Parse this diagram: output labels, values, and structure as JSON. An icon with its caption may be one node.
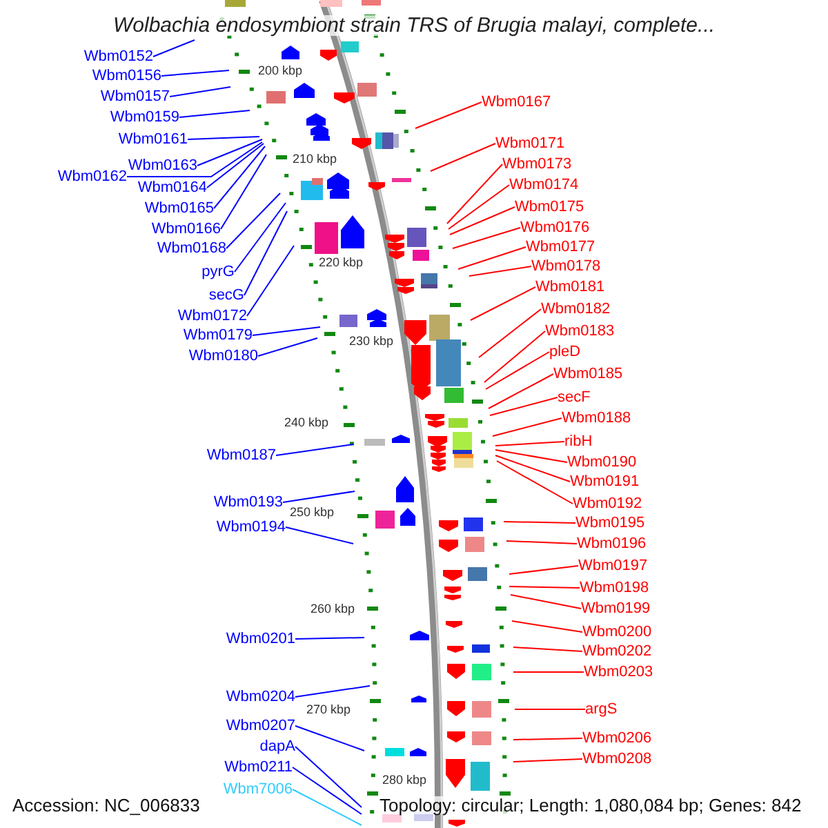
{
  "diagram": {
    "title": "Wolbachia endosymbiont strain TRS of Brugia malayi, complete...",
    "nodes": [
      {
        "text": [
          "Wbm0152"
        ]
      },
      {
        "text": [
          "Wbm0156"
        ]
      },
      {
        "text": [
          "Wbm0157"
        ]
      },
      {
        "text": [
          "Wbm0159"
        ]
      },
      {
        "text": [
          "Wbm0161"
        ]
      },
      {
        "text": [
          "Wbm0163"
        ]
      },
      {
        "text": [
          "Wbm0162"
        ]
      },
      {
        "text": [
          "Wbm0164"
        ]
      },
      {
        "text": [
          "Wbm0165"
        ]
      },
      {
        "text": [
          "Wbm0166"
        ]
      },
      {
        "text": [
          "Wbm0168"
        ]
      },
      {
        "text": [
          "pyrG"
        ]
      },
      {
        "text": [
          "secG"
        ]
      },
      {
        "text": [
          "Wbm0172"
        ]
      },
      {
        "text": [
          "Wbm0179"
        ]
      },
      {
        "text": [
          "Wbm0180"
        ]
      },
      {
        "text": [
          "Wbm0187"
        ]
      },
      {
        "text": [
          "Wbm0193"
        ]
      },
      {
        "text": [
          "Wbm0194"
        ]
      },
      {
        "text": [
          "Wbm0201"
        ]
      },
      {
        "text": [
          "Wbm0204"
        ]
      },
      {
        "text": [
          "Wbm0207"
        ]
      },
      {
        "text": [
          "dapA"
        ]
      },
      {
        "text": [
          "Wbm0211"
        ]
      },
      {
        "text": [
          "Wbm7006"
        ]
      },
      {
        "text": [
          "Wbm0167"
        ]
      },
      {
        "text": [
          "Wbm0171"
        ]
      },
      {
        "text": [
          "Wbm0173"
        ]
      },
      {
        "text": [
          "Wbm0174"
        ]
      },
      {
        "text": [
          "Wbm0175"
        ]
      },
      {
        "text": [
          "Wbm0176"
        ]
      },
      {
        "text": [
          "Wbm0177"
        ]
      },
      {
        "text": [
          "Wbm0178"
        ]
      },
      {
        "text": [
          "Wbm0181"
        ]
      },
      {
        "text": [
          "Wbm0182"
        ]
      },
      {
        "text": [
          "Wbm0183"
        ]
      },
      {
        "text": [
          "pleD"
        ]
      },
      {
        "text": [
          "Wbm0185"
        ]
      },
      {
        "text": [
          "secF"
        ]
      },
      {
        "text": [
          "Wbm0188"
        ]
      },
      {
        "text": [
          "ribH"
        ]
      },
      {
        "text": [
          "Wbm0190"
        ]
      },
      {
        "text": [
          "Wbm0191"
        ]
      },
      {
        "text": [
          "Wbm0192"
        ]
      },
      {
        "text": [
          "Wbm0195"
        ]
      },
      {
        "text": [
          "Wbm0196"
        ]
      },
      {
        "text": [
          "Wbm0197"
        ]
      },
      {
        "text": [
          "Wbm0198"
        ]
      },
      {
        "text": [
          "Wbm0199"
        ]
      },
      {
        "text": [
          "Wbm0200"
        ]
      },
      {
        "text": [
          "Wbm0202"
        ]
      },
      {
        "text": [
          "Wbm0203"
        ]
      },
      {
        "text": [
          "argS"
        ]
      },
      {
        "text": [
          "Wbm0206"
        ]
      },
      {
        "text": [
          "Wbm0208"
        ]
      }
    ],
    "edges": [
      {
        "from": 0,
        "to": null,
        "arrow": "none",
        "color": "#0000ff"
      },
      {
        "from": 1,
        "to": null,
        "arrow": "none",
        "color": "#0000ff"
      },
      {
        "from": 2,
        "to": null,
        "arrow": "none",
        "color": "#0000ff"
      },
      {
        "from": 3,
        "to": null,
        "arrow": "none",
        "color": "#0000ff"
      },
      {
        "from": 4,
        "to": null,
        "arrow": "none",
        "color": "#0000ff"
      },
      {
        "from": 5,
        "to": null,
        "arrow": "none",
        "color": "#0000ff"
      },
      {
        "from": 6,
        "to": null,
        "arrow": "none",
        "color": "#0000ff"
      },
      {
        "from": 7,
        "to": null,
        "arrow": "none",
        "color": "#0000ff"
      },
      {
        "from": 8,
        "to": null,
        "arrow": "none",
        "color": "#0000ff"
      },
      {
        "from": 9,
        "to": null,
        "arrow": "none",
        "color": "#0000ff"
      },
      {
        "from": 10,
        "to": null,
        "arrow": "none",
        "color": "#0000ff"
      },
      {
        "from": 11,
        "to": null,
        "arrow": "none",
        "color": "#0000ff"
      },
      {
        "from": 12,
        "to": null,
        "arrow": "none",
        "color": "#0000ff"
      },
      {
        "from": 13,
        "to": null,
        "arrow": "none",
        "color": "#0000ff"
      },
      {
        "from": 14,
        "to": null,
        "arrow": "none",
        "color": "#0000ff"
      },
      {
        "from": 15,
        "to": null,
        "arrow": "none",
        "color": "#0000ff"
      },
      {
        "from": 16,
        "to": null,
        "arrow": "none",
        "color": "#0000ff"
      },
      {
        "from": 17,
        "to": null,
        "arrow": "none",
        "color": "#0000ff"
      },
      {
        "from": 18,
        "to": null,
        "arrow": "none",
        "color": "#0000ff"
      },
      {
        "from": 19,
        "to": null,
        "arrow": "none",
        "color": "#0000ff"
      },
      {
        "from": 20,
        "to": null,
        "arrow": "none",
        "color": "#0000ff"
      },
      {
        "from": 21,
        "to": null,
        "arrow": "none",
        "color": "#0000ff"
      },
      {
        "from": 22,
        "to": null,
        "arrow": "none",
        "color": "#0000ff"
      },
      {
        "from": 23,
        "to": null,
        "arrow": "none",
        "color": "#0000ff"
      },
      {
        "from": 24,
        "to": null,
        "arrow": "none",
        "color": "#33ccff"
      },
      {
        "from": 25,
        "to": null,
        "arrow": "none"
      },
      {
        "from": 26,
        "to": null,
        "arrow": "none"
      },
      {
        "from": 27,
        "to": null,
        "arrow": "none"
      },
      {
        "from": 28,
        "to": null,
        "arrow": "none"
      },
      {
        "from": 29,
        "to": null,
        "arrow": "none"
      },
      {
        "from": 30,
        "to": null,
        "arrow": "none"
      },
      {
        "from": 31,
        "to": null,
        "arrow": "none"
      },
      {
        "from": 32,
        "to": null,
        "arrow": "none"
      },
      {
        "from": 33,
        "to": null,
        "arrow": "none"
      },
      {
        "from": 34,
        "to": null,
        "arrow": "none"
      },
      {
        "from": 35,
        "to": null,
        "arrow": "none"
      },
      {
        "from": 36,
        "to": null,
        "arrow": "none"
      },
      {
        "from": 37,
        "to": null,
        "arrow": "none"
      },
      {
        "from": 38,
        "to": null,
        "arrow": "none"
      },
      {
        "from": 39,
        "to": null,
        "arrow": "none"
      },
      {
        "from": 40,
        "to": null,
        "arrow": "none"
      },
      {
        "from": 41,
        "to": null,
        "arrow": "none"
      },
      {
        "from": 42,
        "to": null,
        "arrow": "none"
      },
      {
        "from": 43,
        "to": null,
        "arrow": "none"
      },
      {
        "from": 44,
        "to": null,
        "arrow": "none"
      },
      {
        "from": 45,
        "to": null,
        "arrow": "none"
      },
      {
        "from": 46,
        "to": null,
        "arrow": "none"
      },
      {
        "from": 47,
        "to": null,
        "arrow": "none"
      },
      {
        "from": 48,
        "to": null,
        "arrow": "none"
      },
      {
        "from": 49,
        "to": null,
        "arrow": "none"
      },
      {
        "from": 50,
        "to": null,
        "arrow": "none"
      },
      {
        "from": 51,
        "to": null,
        "arrow": "none"
      },
      {
        "from": 52,
        "to": null,
        "arrow": "none"
      },
      {
        "from": 53,
        "to": null,
        "arrow": "none"
      },
      {
        "from": 54,
        "to": null,
        "arrow": "none"
      }
    ],
    "labels": [
      "200 kbp",
      "210 kbp",
      "220 kbp",
      "230 kbp",
      "240 kbp",
      "250 kbp",
      "260 kbp",
      "270 kbp",
      "280 kbp",
      "Accession: NC_006833",
      "Topology: circular; Length: 1,080,084 bp; Genes: 842"
    ]
  }
}
